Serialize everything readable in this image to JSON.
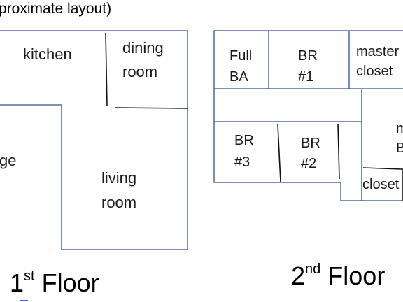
{
  "title": "proximate layout)",
  "floor1": {
    "label": "1",
    "label_sup": "st",
    "label_rest": " Floor",
    "rooms": {
      "kitchen": "kitchen",
      "dining_line1": "dining",
      "dining_line2": "room",
      "garage_partial": "ge",
      "living_line1": "living",
      "living_line2": "room"
    }
  },
  "floor2": {
    "label": "2",
    "label_sup": "nd",
    "label_rest": " Floor",
    "rooms": {
      "full_ba_line1": "Full",
      "full_ba_line2": "BA",
      "br1_line1": "BR",
      "br1_line2": "#1",
      "master_closet_line1": "master",
      "master_closet_line2": "closet",
      "br3_line1": "BR",
      "br3_line2": "#3",
      "br2_line1": "BR",
      "br2_line2": "#2",
      "closet": "closet",
      "master_br_line1_partial": "m",
      "master_br_line2_partial": "B"
    }
  },
  "colors": {
    "outer_walls": "#2f4f9a",
    "inner_walls": "#111111",
    "text": "#1a1a1a"
  }
}
